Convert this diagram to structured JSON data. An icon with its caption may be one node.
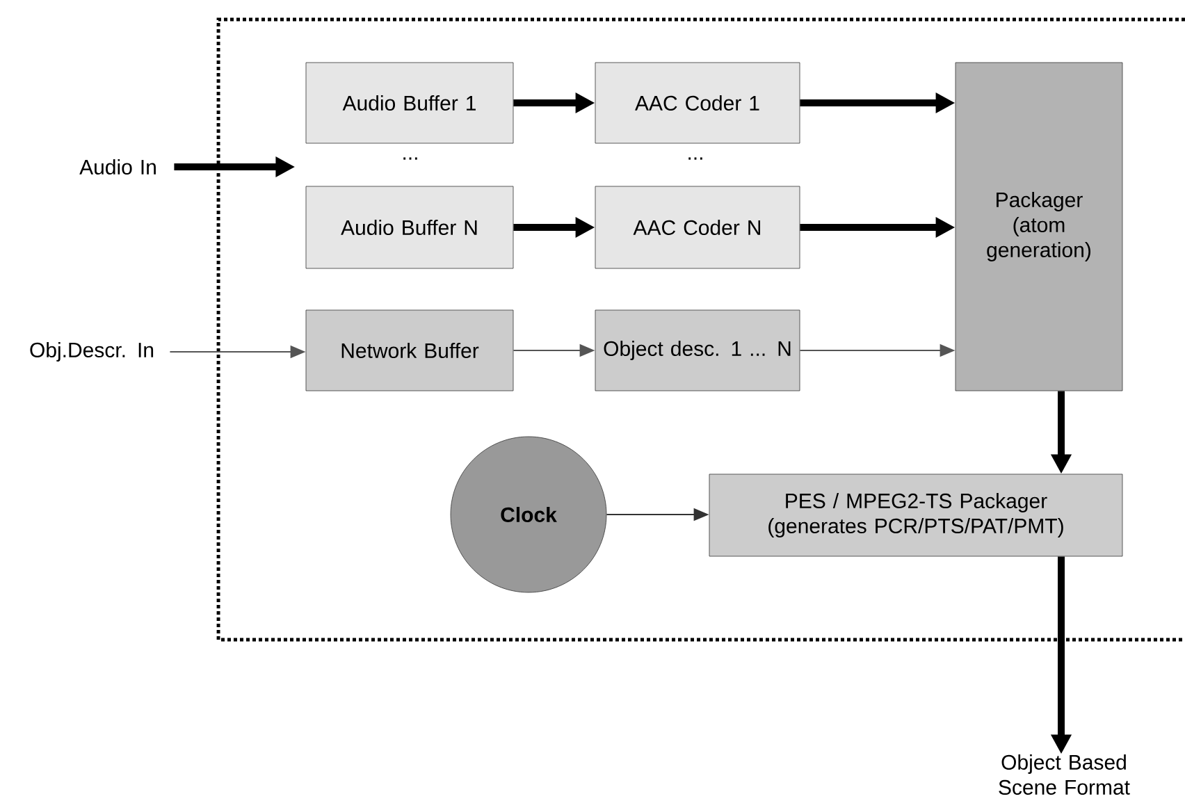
{
  "diagram": {
    "nodes": [
      {
        "text": [
          "Audio In"
        ]
      },
      {
        "text": [
          "Audio Buffer 1"
        ]
      },
      {
        "text": [
          "AAC Coder 1"
        ]
      },
      {
        "text": [
          "Audio Buffer N"
        ]
      },
      {
        "text": [
          "AAC Coder N"
        ]
      },
      {
        "text": [
          "Obj.Descr. In"
        ]
      },
      {
        "text": [
          "Network Buffer"
        ]
      },
      {
        "text": [
          "Object desc. 1 ... N"
        ]
      },
      {
        "text": [
          "Packager (atom generation)"
        ]
      },
      {
        "text": [
          "Clock"
        ]
      },
      {
        "text": [
          "PES / MPEG2-TS Packager (generates PCR/PTS/PAT/PMT)"
        ]
      },
      {
        "text": [
          "Object Based Scene Format"
        ]
      }
    ],
    "edges": [
      {
        "from": 0,
        "to": null,
        "arrow": "to"
      },
      {
        "from": 1,
        "to": 2,
        "arrow": "to"
      },
      {
        "from": 2,
        "to": 8,
        "arrow": "to"
      },
      {
        "from": 3,
        "to": 4,
        "arrow": "to"
      },
      {
        "from": 4,
        "to": 8,
        "arrow": "to"
      },
      {
        "from": 5,
        "to": 6,
        "arrow": "to",
        "color": "#555555"
      },
      {
        "from": 6,
        "to": 7,
        "arrow": "to",
        "color": "#555555"
      },
      {
        "from": 7,
        "to": 8,
        "arrow": "to",
        "color": "#555555"
      },
      {
        "from": 8,
        "to": 10,
        "arrow": "to"
      },
      {
        "from": 9,
        "to": 10,
        "arrow": "to",
        "color": "#333333"
      },
      {
        "from": 10,
        "to": 11,
        "arrow": "to"
      }
    ],
    "labels": [
      "...",
      "..."
    ]
  }
}
